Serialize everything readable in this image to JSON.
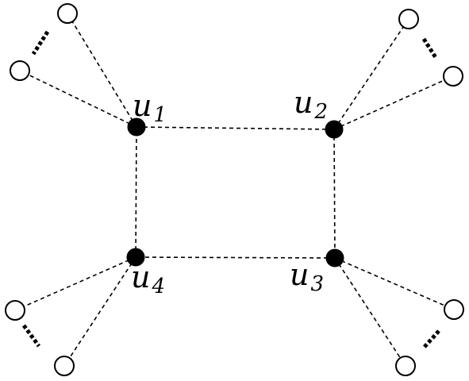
{
  "diagram": {
    "hubs": [
      {
        "id": "u1",
        "name": "u",
        "sub": "1"
      },
      {
        "id": "u2",
        "name": "u",
        "sub": "2"
      },
      {
        "id": "u3",
        "name": "u",
        "sub": "3"
      },
      {
        "id": "u4",
        "name": "u",
        "sub": "4"
      }
    ],
    "cycle_edges": [
      [
        "u1",
        "u2"
      ],
      [
        "u2",
        "u3"
      ],
      [
        "u3",
        "u4"
      ],
      [
        "u4",
        "u1"
      ]
    ],
    "leaves_per_hub": 2,
    "leaf_gap_marker": "ellipsis-dots",
    "colors": {
      "hub_fill": "#000000",
      "leaf_fill": "#ffffff",
      "stroke": "#000000",
      "background": "#ffffff"
    }
  }
}
